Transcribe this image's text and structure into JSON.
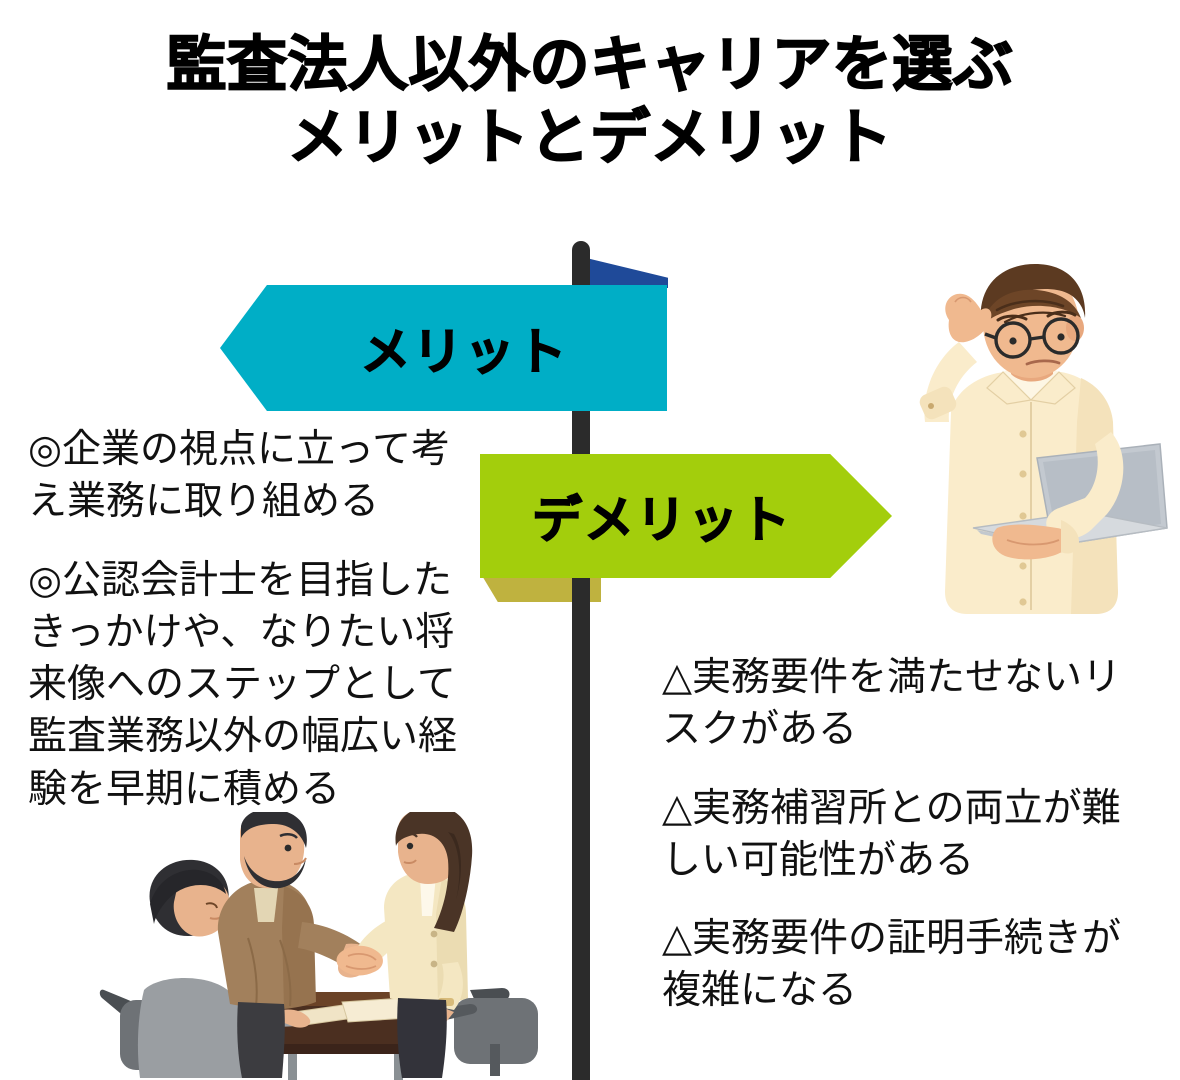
{
  "title": {
    "line1": "監査法人以外のキャリアを選ぶ",
    "line2": "メリットとデメリット"
  },
  "signs": {
    "merit": {
      "label": "メリット",
      "color": "#00aec6",
      "shadow_color": "#1f4a99",
      "direction": "left"
    },
    "demerit": {
      "label": "デメリット",
      "color": "#a3ce0c",
      "shadow_color": "#bfb23f",
      "direction": "right"
    },
    "pole_color": "#2b2b2b"
  },
  "merits": [
    "◎企業の視点に立って考え業務に取り組める",
    "◎公認会計士を目指したきっかけや、なりたい将来像へのステップとして監査業務以外の幅広い経験を早期に積める"
  ],
  "demerits": [
    "△実務要件を満たせないリスクがある",
    "△実務補習所との両立が難しい可能性がある",
    "△実務要件の証明手続きが複雑になる"
  ],
  "illustrations": {
    "man_with_laptop": {
      "name": "man-scratching-head-with-laptop",
      "shirt_color": "#faeccb",
      "hair_color": "#5c3a21",
      "skin_color": "#efb997",
      "laptop_color": "#b9bfc6"
    },
    "business_handshake": {
      "name": "business-handshake-meeting",
      "man_jacket_color": "#a2805c",
      "woman_jacket_color": "#f4e7c2",
      "seated_person_color": "#9a9ea2",
      "table_color": "#4b2f20"
    }
  },
  "colors": {
    "background": "#ffffff",
    "text": "#111111",
    "title": "#000000"
  }
}
